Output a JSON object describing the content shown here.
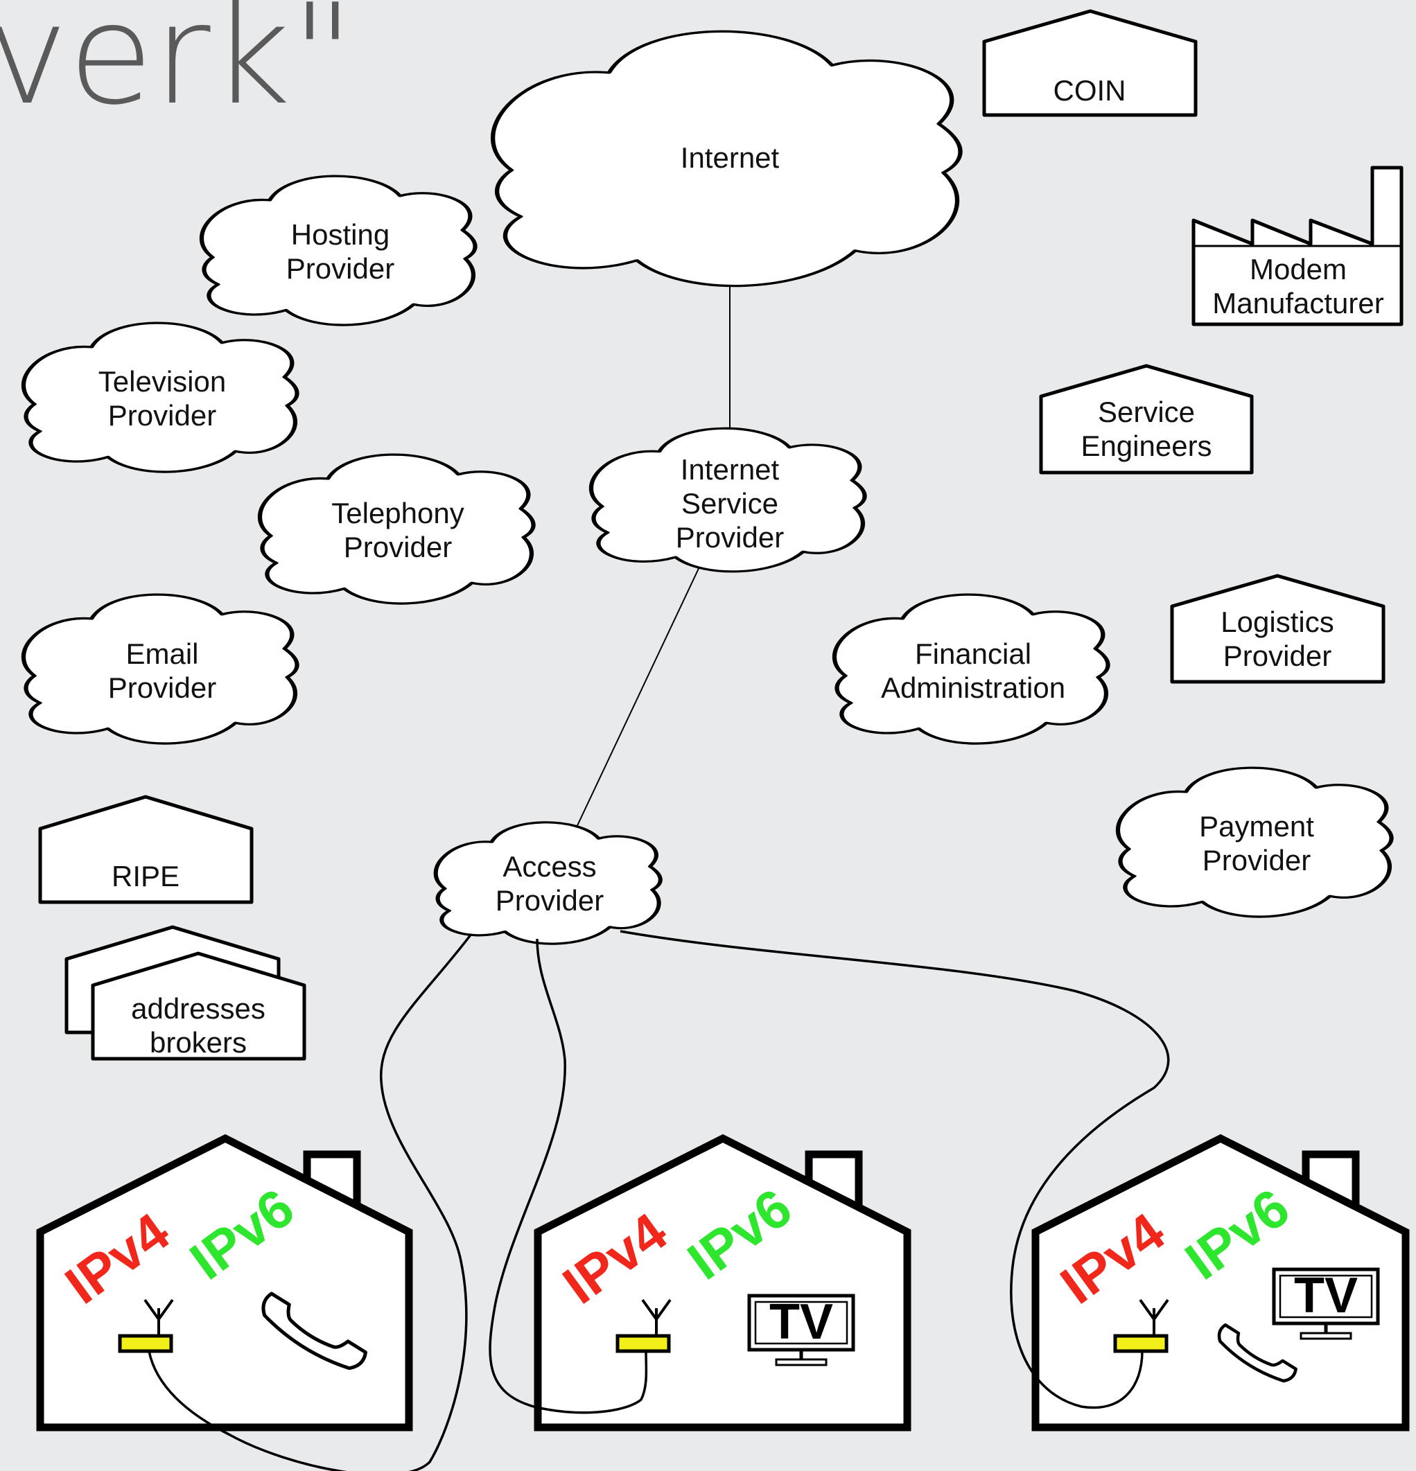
{
  "title_fragment": "verk\"",
  "colors": {
    "background": "#e9eaec",
    "ipv4": "#f2271b",
    "ipv6": "#2fe62f",
    "modem": "#f2ef1a"
  },
  "clouds": {
    "internet": [
      "Internet"
    ],
    "hosting": [
      "Hosting",
      "Provider"
    ],
    "television": [
      "Television",
      "Provider"
    ],
    "telephony": [
      "Telephony",
      "Provider"
    ],
    "email": [
      "Email",
      "Provider"
    ],
    "isp": [
      "Internet",
      "Service",
      "Provider"
    ],
    "access": [
      "Access",
      "Provider"
    ],
    "financial": [
      "Financial",
      "Administration"
    ],
    "payment": [
      "Payment",
      "Provider"
    ]
  },
  "buildings": {
    "coin": [
      "COIN"
    ],
    "modem_manufacturer": [
      "Modem",
      "Manufacturer"
    ],
    "service_engineers": [
      "Service",
      "Engineers"
    ],
    "logistics": [
      "Logistics",
      "Provider"
    ],
    "ripe": [
      "RIPE"
    ],
    "brokers": [
      "addresses",
      "brokers"
    ]
  },
  "houses": [
    {
      "ipv4": "IPv4",
      "ipv6": "IPv6",
      "icons": [
        "modem-icon",
        "phone-icon"
      ]
    },
    {
      "ipv4": "IPv4",
      "ipv6": "IPv6",
      "tv": "TV",
      "icons": [
        "modem-icon",
        "tv-icon"
      ]
    },
    {
      "ipv4": "IPv4",
      "ipv6": "IPv6",
      "tv": "TV",
      "icons": [
        "modem-icon",
        "phone-icon",
        "tv-icon"
      ]
    }
  ]
}
